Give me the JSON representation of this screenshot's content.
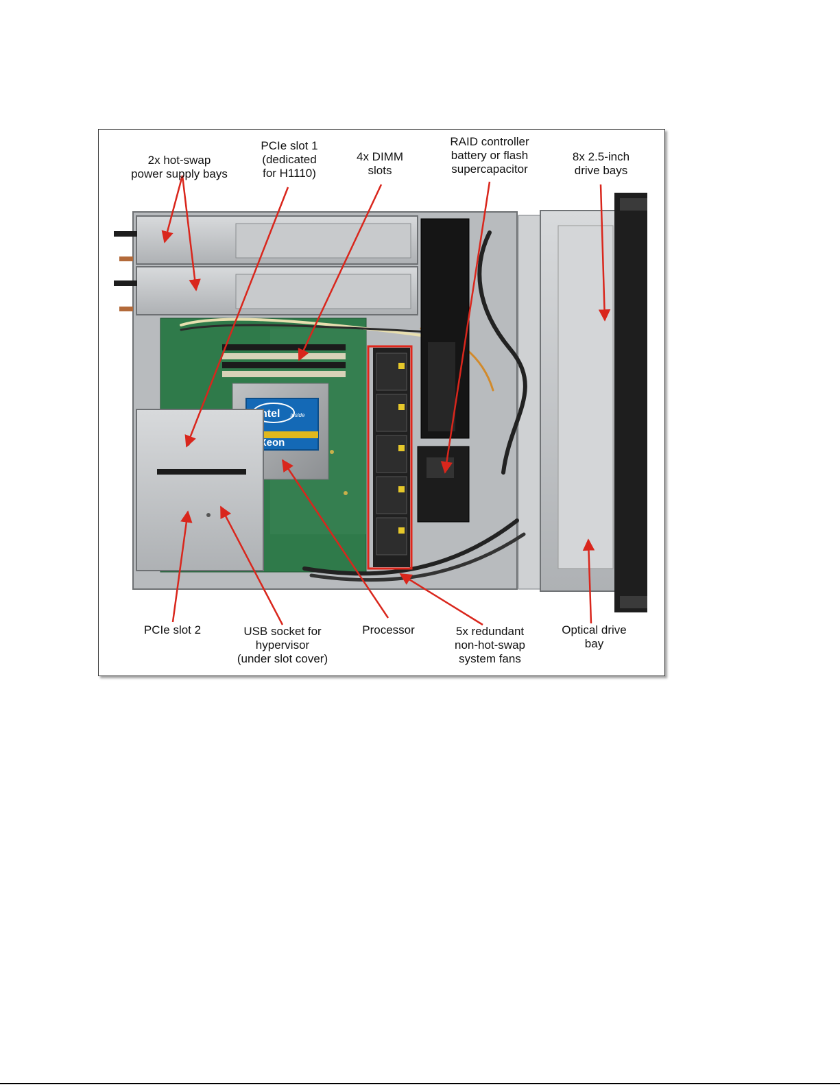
{
  "figure": {
    "callouts": {
      "power_supply_bays": "2x hot-swap\npower supply bays",
      "pcie_slot_1": "PCIe slot 1\n(dedicated\nfor H1110)",
      "dimm_slots": "4x DIMM\nslots",
      "raid_battery": "RAID controller\nbattery or flash\nsupercapacitor",
      "drive_bays": "8x 2.5-inch\ndrive  bays",
      "pcie_slot_2": "PCIe slot 2",
      "usb_socket": "USB socket for\nhypervisor\n(under slot cover)",
      "processor": "Processor",
      "system_fans": "5x redundant\nnon-hot-swap\nsystem fans",
      "optical_drive_bay": "Optical drive\nbay"
    },
    "cpu_badge": {
      "brand": "intel",
      "tagline": "inside",
      "product": "Xeon"
    },
    "colors": {
      "arrow": "#d9261c",
      "board": "#2f7a4a",
      "chassis": "#c9cbcd",
      "highlight": "#e0261b"
    }
  }
}
